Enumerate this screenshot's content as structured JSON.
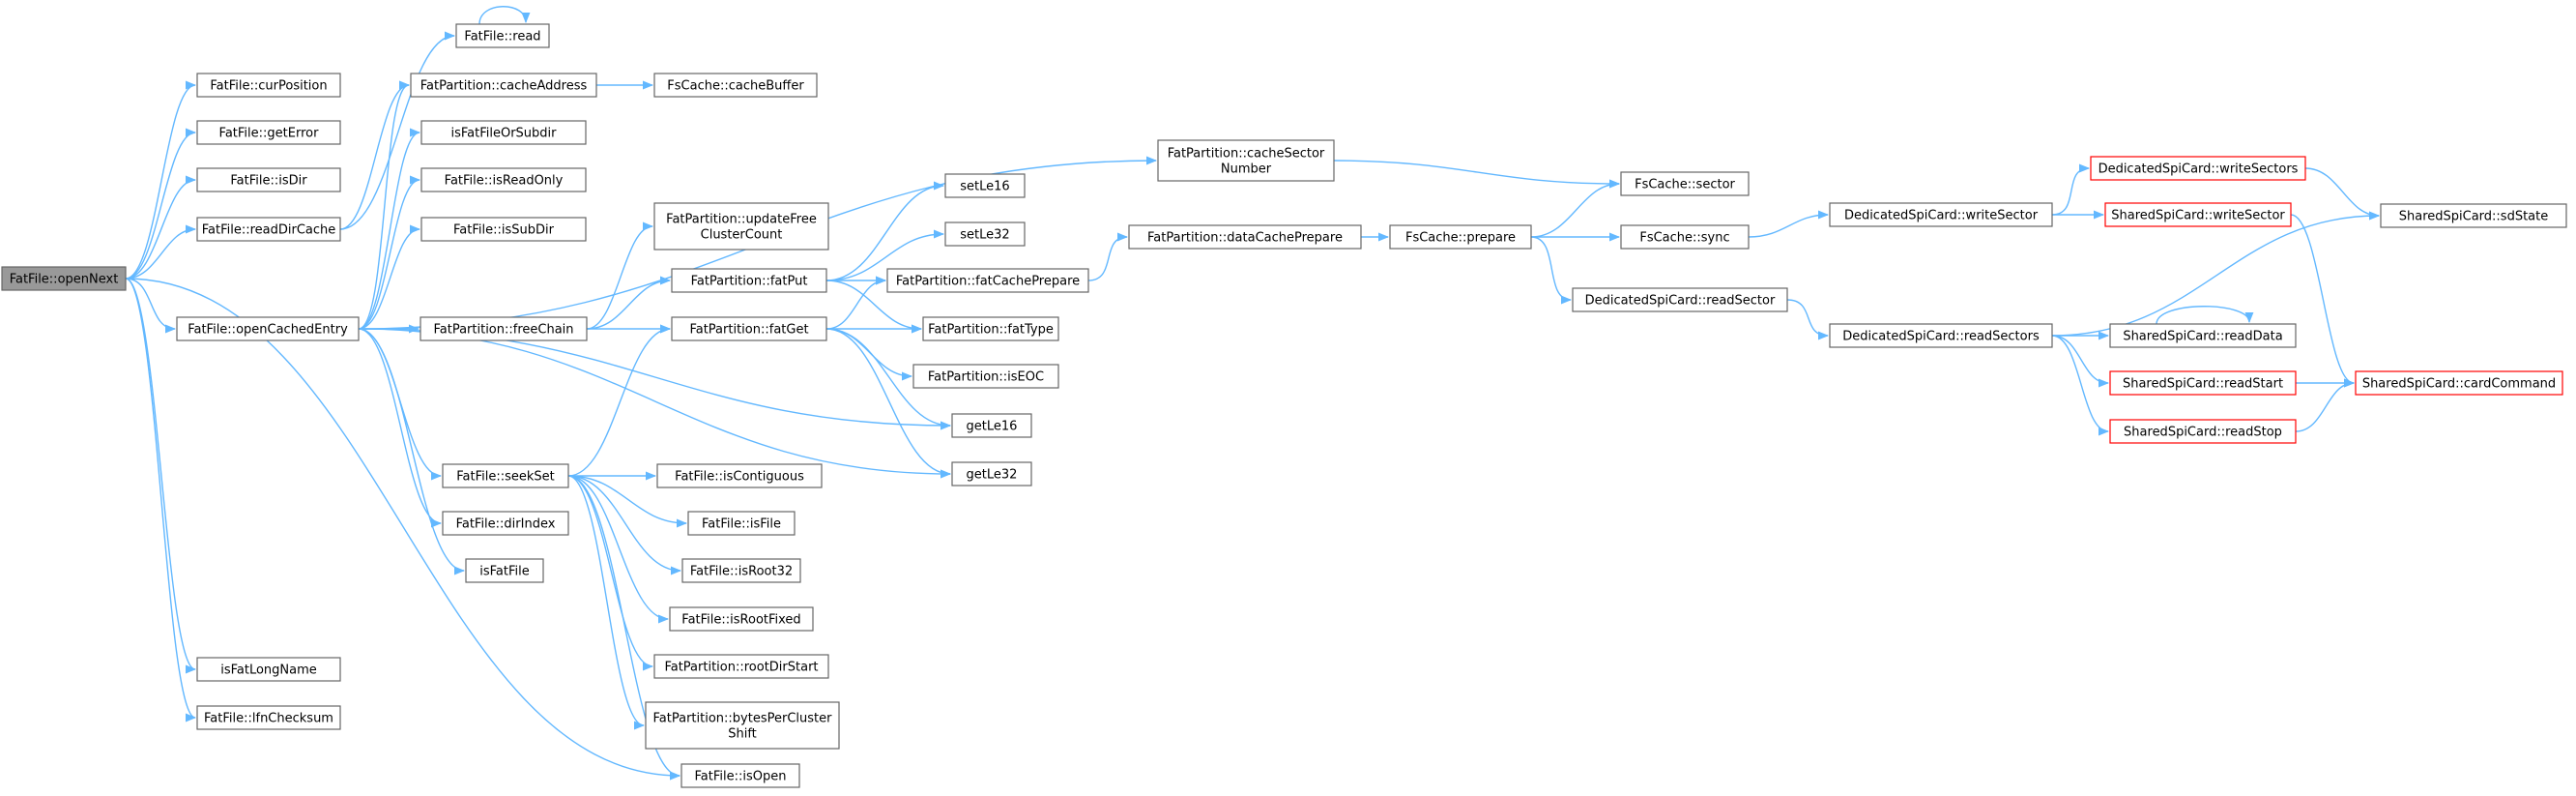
{
  "nodes": {
    "openNext": "FatFile::openNext",
    "curPosition": "FatFile::curPosition",
    "getError": "FatFile::getError",
    "isDir": "FatFile::isDir",
    "readDirCache": "FatFile::readDirCache",
    "openCachedEntry": "FatFile::openCachedEntry",
    "isFatLongName": "isFatLongName",
    "lfnChecksum": "FatFile::lfnChecksum",
    "read": "FatFile::read",
    "cacheAddress": "FatPartition::cacheAddress",
    "isFatFileOrSubdir": "isFatFileOrSubdir",
    "isReadOnly": "FatFile::isReadOnly",
    "isSubDir": "FatFile::isSubDir",
    "freeChain": "FatPartition::freeChain",
    "seekSet": "FatFile::seekSet",
    "dirIndex": "FatFile::dirIndex",
    "isFatFile": "isFatFile",
    "cacheBuffer": "FsCache::cacheBuffer",
    "updateFreeClusterCount": [
      "FatPartition::updateFree",
      "ClusterCount"
    ],
    "fatPut": "FatPartition::fatPut",
    "fatGet": "FatPartition::fatGet",
    "isContiguous": "FatFile::isContiguous",
    "isFile": "FatFile::isFile",
    "isRoot32": "FatFile::isRoot32",
    "isRootFixed": "FatFile::isRootFixed",
    "rootDirStart": "FatPartition::rootDirStart",
    "bytesPerClusterShift": [
      "FatPartition::bytesPerCluster",
      "Shift"
    ],
    "isOpen": "FatFile::isOpen",
    "cacheSectorNumber": [
      "FatPartition::cacheSector",
      "Number"
    ],
    "setLe16": "setLe16",
    "setLe32": "setLe32",
    "fatCachePrepare": "FatPartition::fatCachePrepare",
    "fatType": "FatPartition::fatType",
    "isEOC": "FatPartition::isEOC",
    "getLe16": "getLe16",
    "getLe32": "getLe32",
    "dataCachePrepare": "FatPartition::dataCachePrepare",
    "prepare": "FsCache::prepare",
    "sector": "FsCache::sector",
    "sync": "FsCache::sync",
    "dReadSector": "DedicatedSpiCard::readSector",
    "dWriteSector": "DedicatedSpiCard::writeSector",
    "dReadSectors": "DedicatedSpiCard::readSectors",
    "dWriteSectors": "DedicatedSpiCard::writeSectors",
    "sWriteSector": "SharedSpiCard::writeSector",
    "sdState": "SharedSpiCard::sdState",
    "readData": "SharedSpiCard::readData",
    "readStart": "SharedSpiCard::readStart",
    "readStop": "SharedSpiCard::readStop",
    "cardCommand": "SharedSpiCard::cardCommand"
  },
  "root_node": "openNext",
  "red_nodes": [
    "dWriteSectors",
    "sWriteSector",
    "readStart",
    "readStop",
    "cardCommand"
  ],
  "colors": {
    "edge": "#63b8ff",
    "root_fill": "#999999",
    "node_border": "#666666",
    "red_border": "#ff0000"
  }
}
